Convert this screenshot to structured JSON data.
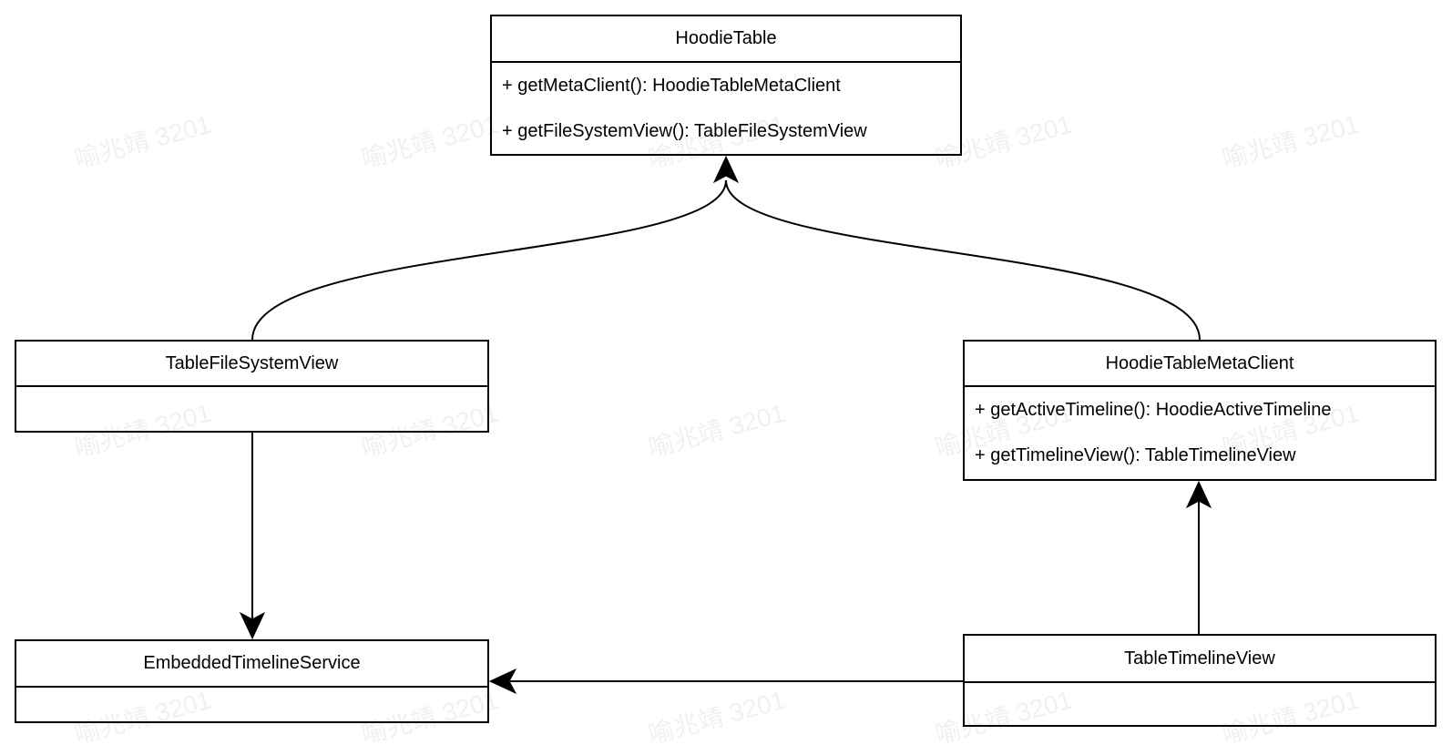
{
  "watermark": {
    "text": "喻兆靖 3201"
  },
  "colors": {
    "background": "#ffffff",
    "stroke": "#000000",
    "watermark": "rgba(0,0,0,0.06)"
  },
  "classes": [
    {
      "title": "HoodieTable",
      "methods": [
        "+ getMetaClient(): HoodieTableMetaClient",
        "+ getFileSystemView(): TableFileSystemView"
      ]
    },
    {
      "title": "TableFileSystemView",
      "methods": []
    },
    {
      "title": "HoodieTableMetaClient",
      "methods": [
        "+ getActiveTimeline(): HoodieActiveTimeline",
        "+ getTimelineView(): TableTimelineView"
      ]
    },
    {
      "title": "EmbeddedTimelineService",
      "methods": []
    },
    {
      "title": "TableTimelineView",
      "methods": []
    }
  ],
  "edges": [
    {
      "from": "TableFileSystemView",
      "to": "HoodieTable",
      "style": "curved-arrow"
    },
    {
      "from": "HoodieTableMetaClient",
      "to": "HoodieTable",
      "style": "curved-arrow"
    },
    {
      "from": "TableFileSystemView",
      "to": "EmbeddedTimelineService",
      "style": "straight-arrow"
    },
    {
      "from": "TableTimelineView",
      "to": "HoodieTableMetaClient",
      "style": "straight-arrow"
    },
    {
      "from": "TableTimelineView",
      "to": "EmbeddedTimelineService",
      "style": "straight-arrow"
    }
  ]
}
